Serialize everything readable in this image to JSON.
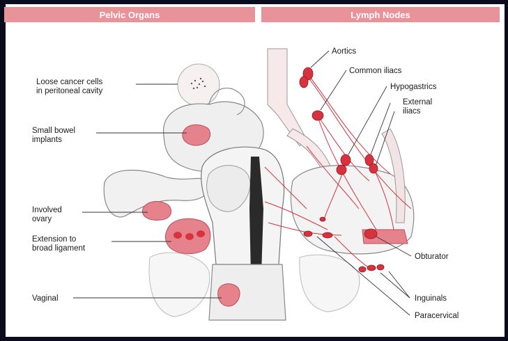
{
  "headers": {
    "left": "Pelvic Organs",
    "right": "Lymph Nodes"
  },
  "left_labels": {
    "loose_cells": [
      "Loose cancer cells",
      "in peritoneal cavity"
    ],
    "small_bowel": [
      "Small bowel",
      "implants"
    ],
    "involved_ovary": [
      "Involved",
      "ovary"
    ],
    "broad_ligament": [
      "Extension to",
      "broad ligament"
    ],
    "vaginal": "Vaginal"
  },
  "right_labels": {
    "aortics": "Aortics",
    "common_iliacs": "Common iliacs",
    "hypogastrics": "Hypogastrics",
    "external_iliacs": [
      "External",
      "iliacs"
    ],
    "obturator": "Obturator",
    "inguinals": "Inguinals",
    "paracervical": "Paracervical"
  },
  "colors": {
    "header_bg": "#e8939a",
    "node_red": "#d8323f",
    "tumor_pink": "#e6828c",
    "lymph_line": "#d8323f"
  }
}
